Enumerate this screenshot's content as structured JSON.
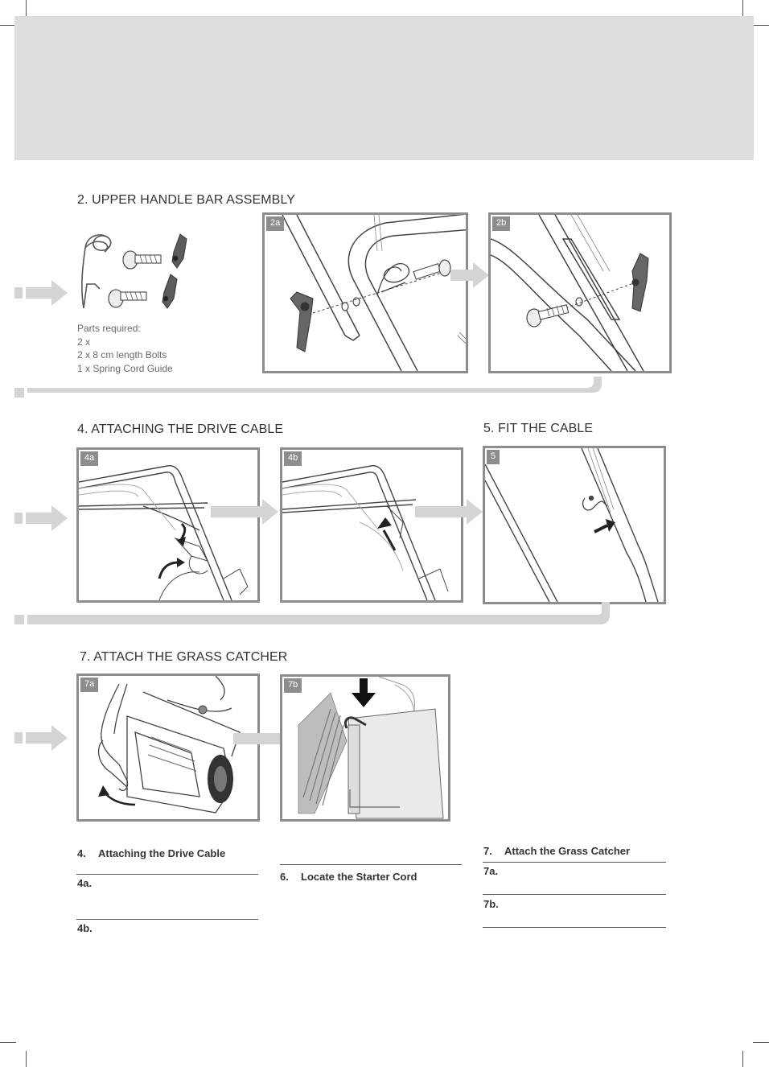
{
  "sections": {
    "upper_handle": {
      "title": "2. UPPER HANDLE BAR ASSEMBLY"
    },
    "drive_cable": {
      "title": "4. ATTACHING THE DRIVE CABLE"
    },
    "fit_cable": {
      "title": "5. FIT THE CABLE"
    },
    "grass_catcher": {
      "title": "7. ATTACH THE GRASS CATCHER"
    }
  },
  "parts": {
    "heading": "Parts required:",
    "lines": [
      "2 x",
      "2 x 8 cm length Bolts",
      "1 x Spring Cord Guide"
    ]
  },
  "panels": {
    "p2a": "2a",
    "p2b": "2b",
    "p4a": "4a",
    "p4b": "4b",
    "p5": "5",
    "p7a": "7a",
    "p7b": "7b"
  },
  "steps": {
    "s4": {
      "num": "4.",
      "label": "Attaching the Drive Cable",
      "a": "4a.",
      "b": "4b."
    },
    "s6": {
      "num": "6.",
      "label": "Locate the Starter Cord"
    },
    "s7": {
      "num": "7.",
      "label": "Attach the Grass Catcher",
      "a": "7a.",
      "b": "7b."
    }
  },
  "colors": {
    "band": "#dcdfdc",
    "frame": "#8d8d8d",
    "arrow": "#d8d9d8"
  }
}
